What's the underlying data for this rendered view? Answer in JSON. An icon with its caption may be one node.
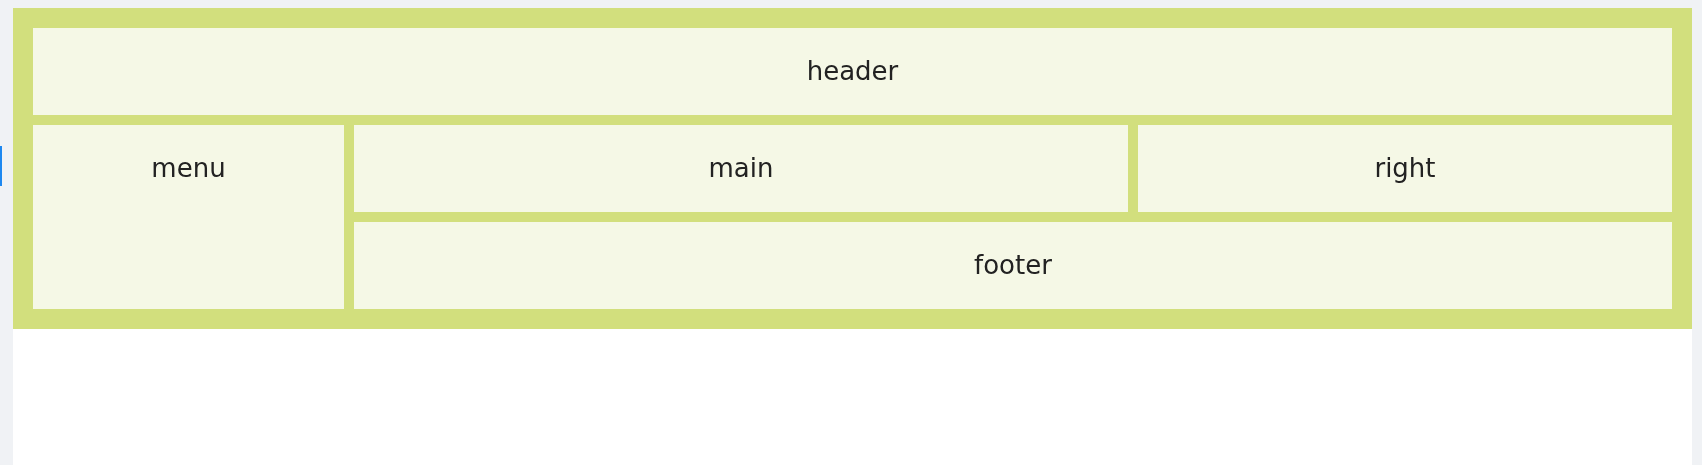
{
  "diagram": {
    "nodes": [
      {
        "text": [],
        "shape": "box"
      },
      {
        "text": [
          "header"
        ],
        "in": 0
      },
      {
        "text": [
          "menu"
        ],
        "in": 0
      },
      {
        "text": [
          "main"
        ],
        "in": 0
      },
      {
        "text": [
          "right"
        ],
        "in": 0
      },
      {
        "text": [
          "footer"
        ],
        "in": 0
      }
    ]
  }
}
